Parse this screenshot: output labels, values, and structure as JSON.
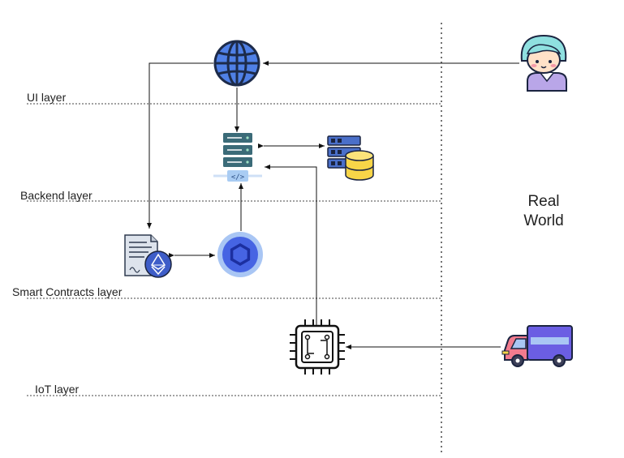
{
  "layers": {
    "ui": "UI layer",
    "backend": "Backend layer",
    "smart_contracts": "Smart Contracts layer",
    "iot": "IoT layer"
  },
  "real_world": {
    "line1": "Real",
    "line2": "World"
  },
  "icons": {
    "web": "globe-icon",
    "backend_server": "server-code-icon",
    "database": "database-server-icon",
    "contract": "ethereum-contract-icon",
    "oracle": "chainlink-hexagon-icon",
    "iot_chip": "chip-icon",
    "user": "user-avatar-icon",
    "truck": "delivery-truck-icon"
  },
  "colors": {
    "globe_blue": "#4f80e6",
    "server_teal": "#3b6b78",
    "db_yellow": "#f8d548",
    "db_blue": "#4a6fc9",
    "hex_blue": "#3d56d8",
    "hex_ring": "#a9c6f4",
    "truck_purple": "#6b5ee3",
    "truck_pink": "#f27b8e"
  }
}
